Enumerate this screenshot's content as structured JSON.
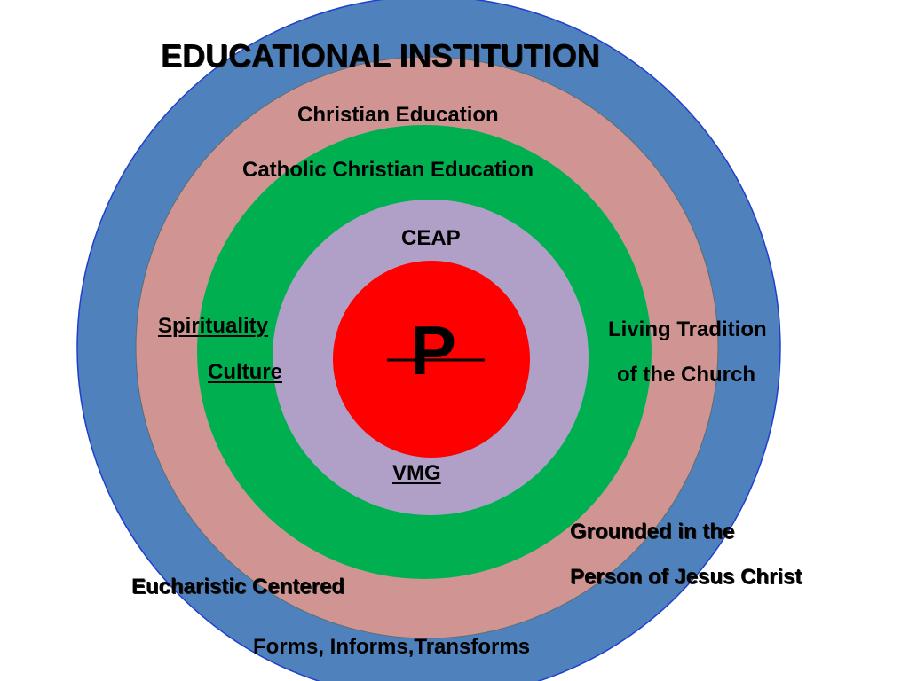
{
  "title": "EDUCATIONAL INSTITUTION",
  "rings": {
    "outer_label": "Christian Education",
    "middle_label": "Catholic Christian Education",
    "inner_label": "CEAP",
    "core_symbol": "P",
    "core_sublabel": "VMG"
  },
  "side_labels": {
    "left_1": "Spirituality",
    "left_2": "Culture",
    "right_1": "Living Tradition",
    "right_2": "of the Church"
  },
  "bottom_labels": {
    "grounded_1": "Grounded in the",
    "grounded_2": "Person of Jesus Christ",
    "eucharistic": "Eucharistic Centered",
    "forms": "Forms, Informs,Transforms"
  },
  "colors": {
    "ring_1": "#4f81bd",
    "ring_2": "#d09592",
    "ring_3": "#00b050",
    "ring_4": "#b0a0c8",
    "core": "#ff0000",
    "outline": "#1f3fcf"
  }
}
